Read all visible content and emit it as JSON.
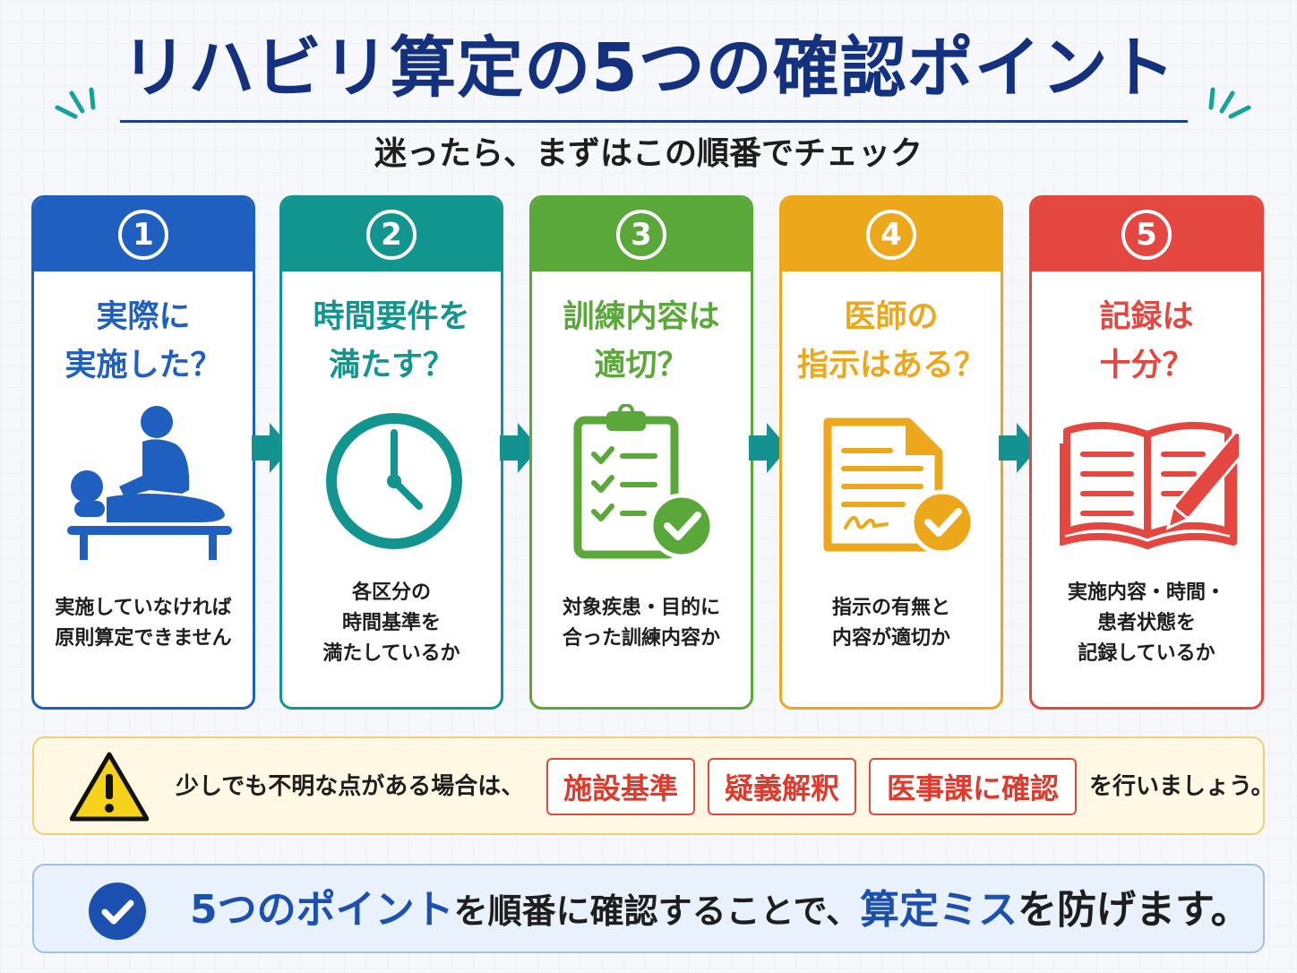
{
  "title": "リハビリ算定の5つの確認ポイント",
  "subtitle": "迷ったら、まずはこの順番でチェック",
  "colors": {
    "navy": "#13317e",
    "step1": "#1f5fbf",
    "step2": "#12948f",
    "step3": "#5aa83a",
    "step4": "#eca71a",
    "step5": "#e4473f",
    "arrow": "#149191",
    "alert_red": "#e03a2c"
  },
  "steps": [
    {
      "number": "1",
      "question": "実際に\n実施した？",
      "description": "実施していなければ\n原則算定できません",
      "icon": "therapist-massage-icon"
    },
    {
      "number": "2",
      "question": "時間要件を\n満たす？",
      "description": "各区分の\n時間基準を\n満たしているか",
      "icon": "clock-icon"
    },
    {
      "number": "3",
      "question": "訓練内容は\n適切？",
      "description": "対象疾患・目的に\n合った訓練内容か",
      "icon": "clipboard-check-icon"
    },
    {
      "number": "4",
      "question": "医師の\n指示はある？",
      "description": "指示の有無と\n内容が適切か",
      "icon": "signed-document-icon"
    },
    {
      "number": "5",
      "question": "記録は\n十分？",
      "description": "実施内容・時間・\n患者状態を\n記録しているか",
      "icon": "notebook-pen-icon"
    }
  ],
  "warning": {
    "lead": "少しでも不明な点がある場合は、",
    "tags": [
      "施設基準",
      "疑義解釈",
      "医事課に確認"
    ],
    "tail": "を行いましょう。"
  },
  "summary": {
    "part1": "5つのポイント",
    "part2": "を順番に確認することで、",
    "part3": "算定ミス",
    "part4": "を防げます。"
  }
}
